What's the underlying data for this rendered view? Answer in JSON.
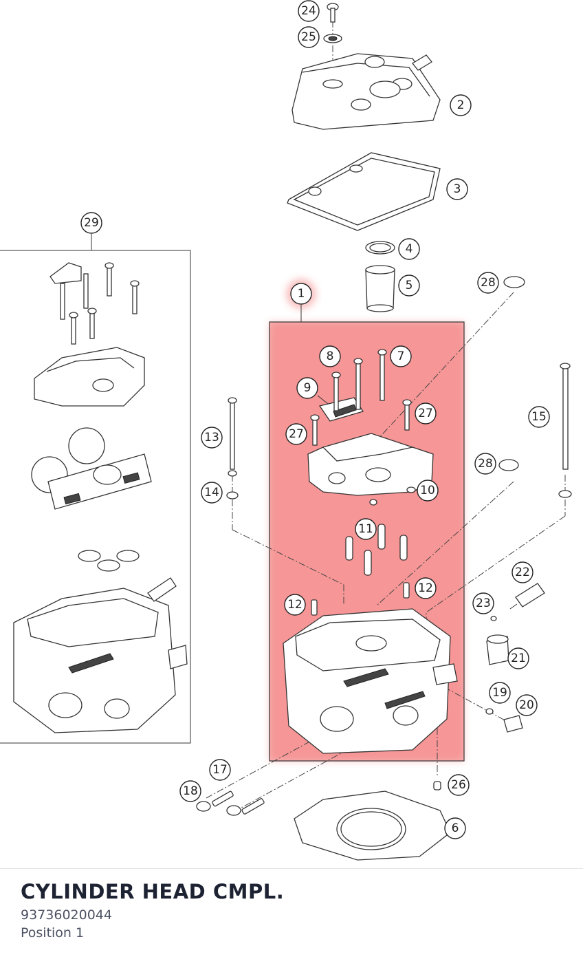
{
  "colors": {
    "highlight": "#f05050",
    "title": "#1e2333",
    "subtitle": "#4b5262",
    "line": "#333333"
  },
  "callouts": [
    {
      "key": "c24",
      "label": "24"
    },
    {
      "key": "c25",
      "label": "25"
    },
    {
      "key": "c2",
      "label": "2"
    },
    {
      "key": "c3",
      "label": "3"
    },
    {
      "key": "c29",
      "label": "29"
    },
    {
      "key": "c4",
      "label": "4"
    },
    {
      "key": "c5",
      "label": "5"
    },
    {
      "key": "c1",
      "label": "1"
    },
    {
      "key": "c28a",
      "label": "28"
    },
    {
      "key": "c8",
      "label": "8"
    },
    {
      "key": "c7",
      "label": "7"
    },
    {
      "key": "c9",
      "label": "9"
    },
    {
      "key": "c27a",
      "label": "27"
    },
    {
      "key": "c27b",
      "label": "27"
    },
    {
      "key": "c15",
      "label": "15"
    },
    {
      "key": "c13",
      "label": "13"
    },
    {
      "key": "c28b",
      "label": "28"
    },
    {
      "key": "c14",
      "label": "14"
    },
    {
      "key": "c10",
      "label": "10"
    },
    {
      "key": "c11",
      "label": "11"
    },
    {
      "key": "c22",
      "label": "22"
    },
    {
      "key": "c12a",
      "label": "12"
    },
    {
      "key": "c12b",
      "label": "12"
    },
    {
      "key": "c23",
      "label": "23"
    },
    {
      "key": "c21",
      "label": "21"
    },
    {
      "key": "c19",
      "label": "19"
    },
    {
      "key": "c20",
      "label": "20"
    },
    {
      "key": "c17",
      "label": "17"
    },
    {
      "key": "c18",
      "label": "18"
    },
    {
      "key": "c26",
      "label": "26"
    },
    {
      "key": "c6",
      "label": "6"
    }
  ],
  "part": {
    "title": "CYLINDER HEAD CMPL.",
    "number": "93736020044",
    "position": "Position 1"
  }
}
